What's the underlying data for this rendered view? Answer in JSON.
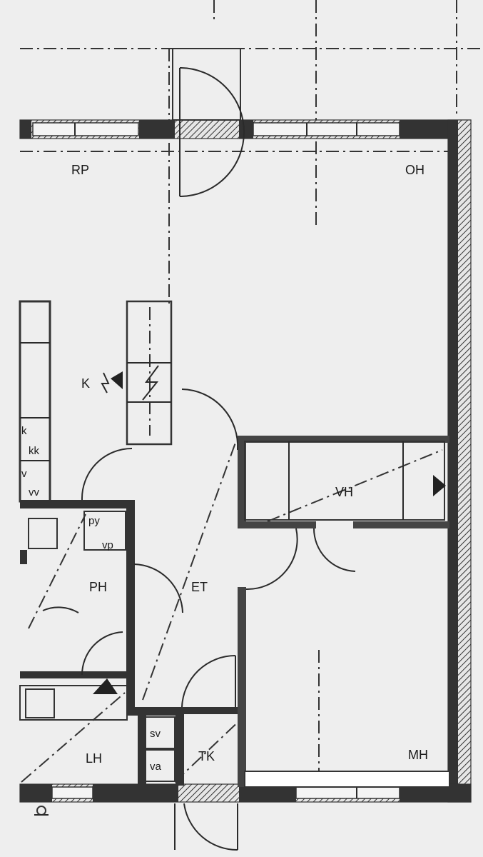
{
  "rooms": {
    "rp": "RP",
    "oh": "OH",
    "k": "K",
    "vh": "VH",
    "ph": "PH",
    "et": "ET",
    "lh": "LH",
    "tk": "TK",
    "mh": "MH"
  },
  "fixtures": {
    "kk": "kk",
    "vv": "vv",
    "py": "py",
    "vp": "vp",
    "sv": "sv",
    "va": "va",
    "k_small": "k",
    "v_small": "v"
  }
}
